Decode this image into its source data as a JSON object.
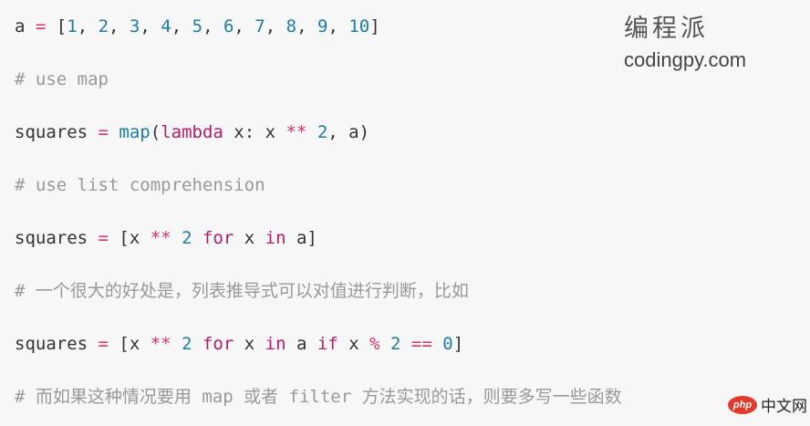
{
  "code": {
    "line1": {
      "var": "a",
      "op": " = ",
      "open": "[",
      "n1": "1",
      "n2": "2",
      "n3": "3",
      "n4": "4",
      "n5": "5",
      "n6": "6",
      "n7": "7",
      "n8": "8",
      "n9": "9",
      "n10": "10",
      "sep": ", ",
      "close": "]"
    },
    "line2": {
      "comment": "# use map"
    },
    "line3": {
      "var": "squares",
      "op": " = ",
      "fn": "map",
      "p1": "(",
      "kw": "lambda",
      "mid": " x: x ",
      "pow": "**",
      "sp": " ",
      "num": "2",
      "tail": ", a)"
    },
    "line4": {
      "comment": "# use list comprehension"
    },
    "line5": {
      "var": "squares",
      "op": " = ",
      "open": "[x ",
      "pow": "**",
      "sp": " ",
      "num": "2",
      "kw_for": "for",
      "x": " x ",
      "kw_in": "in",
      "tail": " a]"
    },
    "line6": {
      "comment": "# 一个很大的好处是，列表推导式可以对值进行判断，比如"
    },
    "line7": {
      "var": "squares",
      "op": " = ",
      "open": "[x ",
      "pow": "**",
      "sp": " ",
      "num": "2",
      "kw_for": "for",
      "x": " x ",
      "kw_in": "in",
      "a": " a ",
      "kw_if": "if",
      "x2": " x ",
      "mod": "%",
      "num2": "2",
      "eq": "==",
      "num3": "0",
      "close": "]"
    },
    "line8": {
      "comment": "# 而如果这种情况要用 map 或者 filter 方法实现的话，则要多写一些函数"
    }
  },
  "watermark": {
    "cn": "编程派",
    "en": "codingpy.com"
  },
  "php_logo": {
    "badge": "php",
    "text": "中文网"
  },
  "colors": {
    "background": "#f7f7f7",
    "operator": "#d6336c",
    "number": "#1c7ea6",
    "keyword": "#b01e6b",
    "comment": "#999999"
  }
}
